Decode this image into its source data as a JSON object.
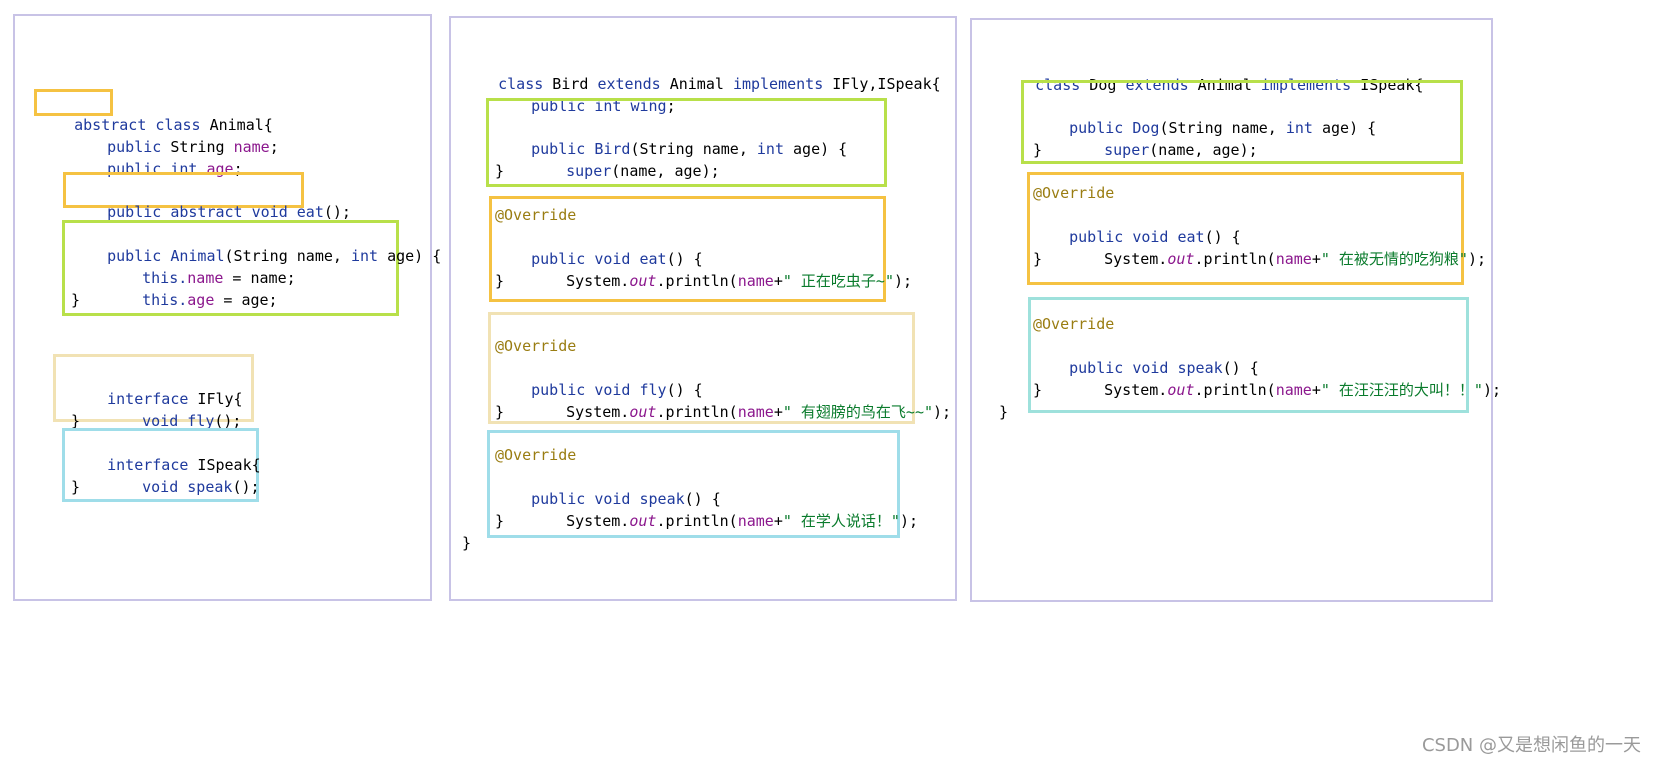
{
  "panel1": {
    "animal_class": [
      "abstract",
      " class",
      " Animal{"
    ],
    "field_name": [
      "public",
      " String ",
      "name",
      ";"
    ],
    "field_age": [
      "public",
      " int ",
      "age",
      ";"
    ],
    "abstract_eat": [
      "public abstract void eat",
      "();"
    ],
    "ctor_sig": [
      "public ",
      "Animal",
      "(String name, ",
      "int",
      " age) {"
    ],
    "ctor_this_name": [
      "this.",
      "name",
      " = name;"
    ],
    "ctor_this_age": [
      "this.",
      "age",
      " = age;"
    ],
    "ctor_close": "}",
    "ifly_decl": [
      "interface",
      " IFly{"
    ],
    "ifly_method": [
      "void",
      " fly",
      "();"
    ],
    "ifly_close": "}",
    "ispeak_decl": [
      "interface",
      " ISpeak{"
    ],
    "ispeak_method": [
      "void",
      " speak",
      "();"
    ],
    "ispeak_close": "}"
  },
  "panel2": {
    "class_decl": [
      "class",
      " Bird ",
      "extends",
      " Animal ",
      "implements",
      " IFly,ISpeak{"
    ],
    "wing": [
      "public int wing",
      ";"
    ],
    "ctor_sig": [
      "public ",
      "Bird",
      "(String name, ",
      "int",
      " age) {"
    ],
    "ctor_super": [
      "super",
      "(name, age);"
    ],
    "ctor_close": "}",
    "eat_ann": "@Override",
    "eat_sig": [
      "public void ",
      "eat",
      "() {"
    ],
    "eat_body": [
      "System.",
      "out",
      ".println(",
      "name",
      "+",
      "\" 正在吃虫子~\"",
      ");"
    ],
    "eat_close": "}",
    "fly_ann": "@Override",
    "fly_sig": [
      "public void ",
      "fly",
      "() {"
    ],
    "fly_body": [
      "System.",
      "out",
      ".println(",
      "name",
      "+",
      "\" 有翅膀的鸟在飞~~\"",
      ");"
    ],
    "fly_close": "}",
    "speak_ann": "@Override",
    "speak_sig": [
      "public void ",
      "speak",
      "() {"
    ],
    "speak_body": [
      "System.",
      "out",
      ".println(",
      "name",
      "+",
      "\" 在学人说话！\"",
      ");"
    ],
    "speak_close": "}",
    "class_close": "}"
  },
  "panel3": {
    "class_decl": [
      "class",
      " Dog ",
      "extends",
      " Animal ",
      "implements",
      " ISpeak{"
    ],
    "ctor_sig": [
      "public ",
      "Dog",
      "(String name, ",
      "int",
      " age) {"
    ],
    "ctor_super": [
      "super",
      "(name, age);"
    ],
    "ctor_close": "}",
    "eat_ann": "@Override",
    "eat_sig": [
      "public void ",
      "eat",
      "() {"
    ],
    "eat_body": [
      "System.",
      "out",
      ".println(",
      "name",
      "+",
      "\" 在被无情的吃狗粮\"",
      ");"
    ],
    "eat_close": "}",
    "speak_ann": "@Override",
    "speak_sig": [
      "public void ",
      "speak",
      "() {"
    ],
    "speak_body": [
      "System.",
      "out",
      ".println(",
      "name",
      "+",
      "\" 在汪汪汪的大叫！！\"",
      ");"
    ],
    "speak_close": "}",
    "class_close": "}"
  },
  "watermark": "CSDN @又是想闲鱼的一天"
}
